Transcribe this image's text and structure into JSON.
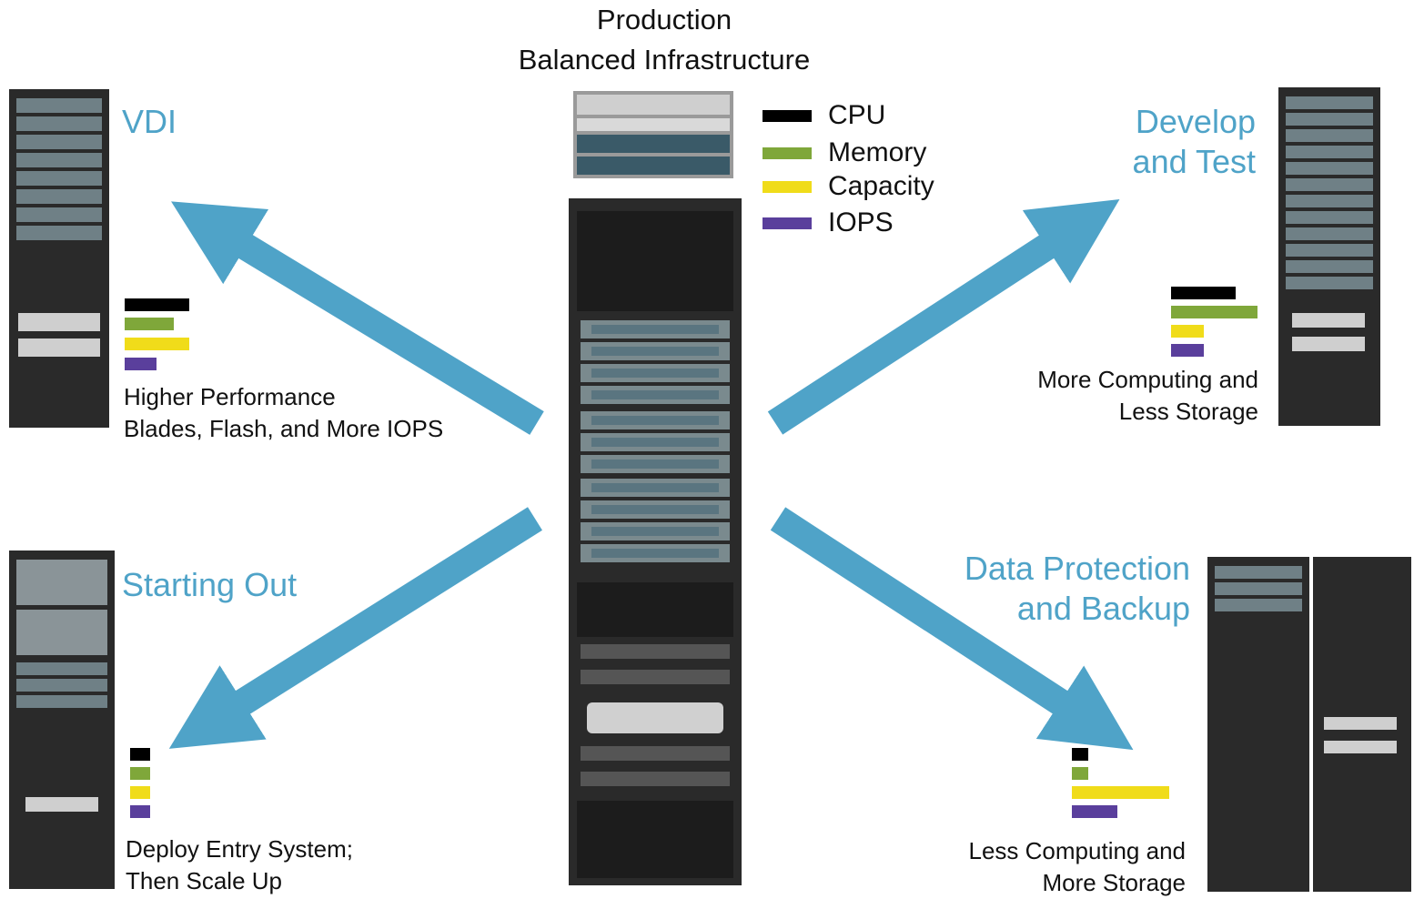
{
  "colors": {
    "arrow": "#4fa3c8",
    "cpu": "#000000",
    "memory": "#7fa73a",
    "capacity": "#f0dc1a",
    "iops": "#5a3f9c",
    "rack": "#2b2b2b"
  },
  "center": {
    "title_line1": "Production",
    "title_line2": "Balanced Infrastructure"
  },
  "legend": [
    {
      "label": "CPU",
      "color": "#000000"
    },
    {
      "label": "Memory",
      "color": "#7fa73a"
    },
    {
      "label": "Capacity",
      "color": "#f0dc1a"
    },
    {
      "label": "IOPS",
      "color": "#5a3f9c"
    }
  ],
  "vdi": {
    "title": "VDI",
    "desc_line1": "Higher Performance",
    "desc_line2": "Blades, Flash, and More IOPS"
  },
  "develop": {
    "title_line1": "Develop",
    "title_line2": "and Test",
    "desc_line1": "More Computing and",
    "desc_line2": "Less Storage"
  },
  "starting": {
    "title": "Starting Out",
    "desc_line1": "Deploy Entry System;",
    "desc_line2": "Then Scale Up"
  },
  "backup": {
    "title_line1": "Data Protection",
    "title_line2": "and Backup",
    "desc_line1": "Less Computing and",
    "desc_line2": "More Storage"
  }
}
